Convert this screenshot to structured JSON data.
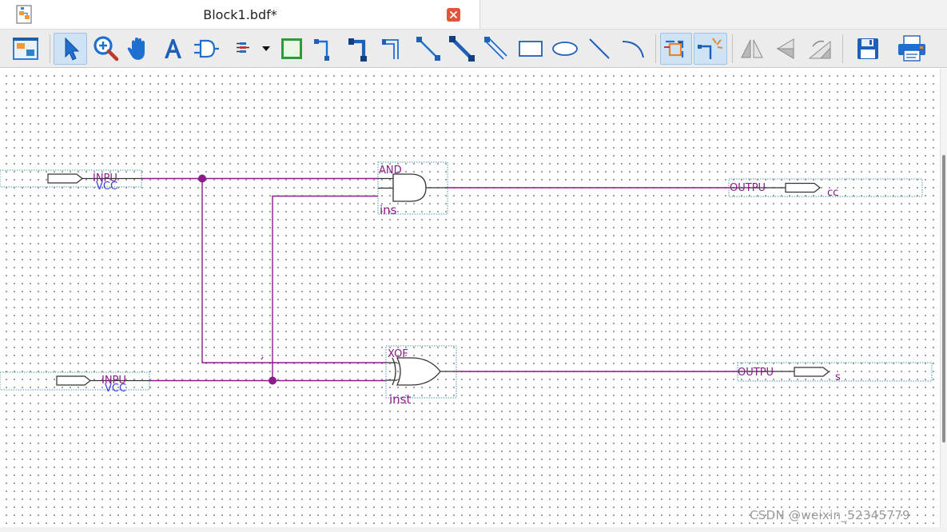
{
  "tab": {
    "title": "Block1.bdf*"
  },
  "toolbar": {
    "tools": [
      "block-properties",
      "selection-tool",
      "zoom-tool",
      "hand-tool",
      "text-tool",
      "symbol-tool",
      "pin-tool",
      "block-tool",
      "orthogonal-node-tool",
      "orthogonal-bus-tool",
      "orthogonal-conduit-tool",
      "diagonal-node-tool",
      "diagonal-bus-tool",
      "diagonal-conduit-tool",
      "rectangle-tool",
      "oval-tool",
      "line-tool",
      "arc-tool",
      "rubberbanding",
      "partial-line-selection",
      "flip-horizontal",
      "flip-vertical",
      "rotate-left",
      "save",
      "print"
    ],
    "active_tools": [
      "selection-tool",
      "rubberbanding",
      "partial-line-selection"
    ]
  },
  "schematic": {
    "pins": [
      {
        "id": "input-pin-1",
        "kind": "INPUT",
        "type_label": "INPU",
        "default_label": "VCC",
        "name": ""
      },
      {
        "id": "input-pin-2",
        "kind": "INPUT",
        "type_label": "INPU",
        "default_label": "VCC",
        "name": ""
      },
      {
        "id": "output-pin-c",
        "kind": "OUTPUT",
        "type_label": "OUTPU",
        "name": "cc"
      },
      {
        "id": "output-pin-s",
        "kind": "OUTPUT",
        "type_label": "OUTPU",
        "name": "s"
      }
    ],
    "gates": [
      {
        "id": "and-gate",
        "type_label": "AND",
        "instance_label": "ins"
      },
      {
        "id": "xor-gate",
        "type_label": "XOF",
        "instance_label": "inst"
      }
    ],
    "colors": {
      "wire": "#8b1a8b",
      "pin_label": "#8b1a8b",
      "vcc_label": "#3a3ae0",
      "box_outline": "#4a9aa8",
      "grid_dot": "#8a8a8a"
    }
  },
  "watermark": "CSDN @weixin_52345779"
}
